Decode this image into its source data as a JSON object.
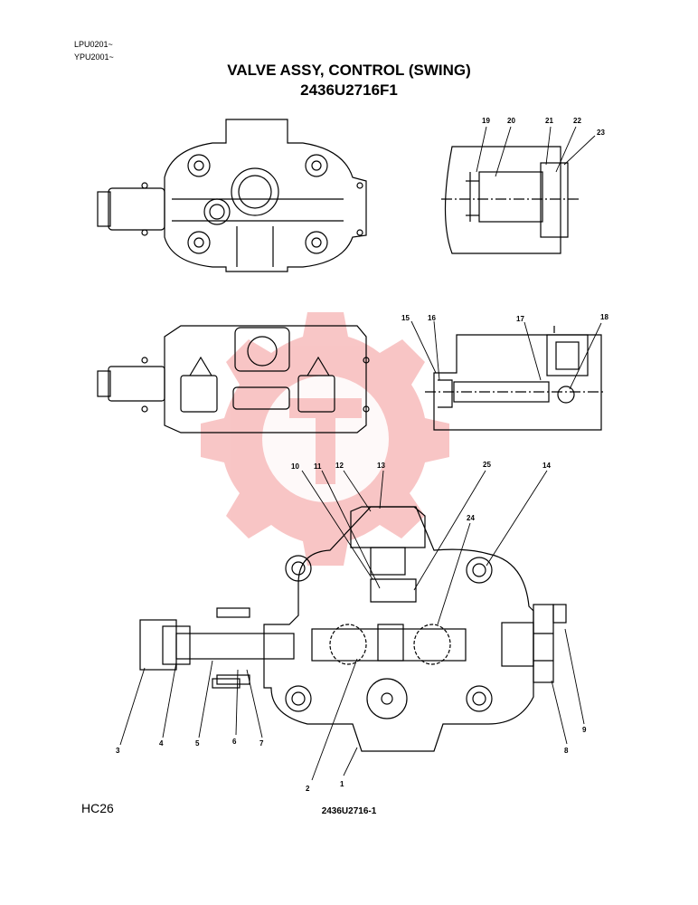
{
  "header": {
    "serial_1": "LPU0201~",
    "serial_2": "YPU2001~",
    "title": "VALVE ASSY,  CONTROL (SWING)",
    "part_number": "2436U2716F1"
  },
  "footer": {
    "page_code": "HC26",
    "drawing_number": "2436U2716-1"
  },
  "callouts": [
    "1",
    "2",
    "3",
    "4",
    "5",
    "6",
    "7",
    "8",
    "9",
    "10",
    "11",
    "12",
    "13",
    "14",
    "15",
    "16",
    "17",
    "18",
    "19",
    "20",
    "21",
    "22",
    "23",
    "24",
    "25"
  ],
  "colors": {
    "line": "#000000",
    "watermark": "#f08080",
    "corner_mark": "#e0202a"
  },
  "watermark_icon": "gear-logo-icon"
}
